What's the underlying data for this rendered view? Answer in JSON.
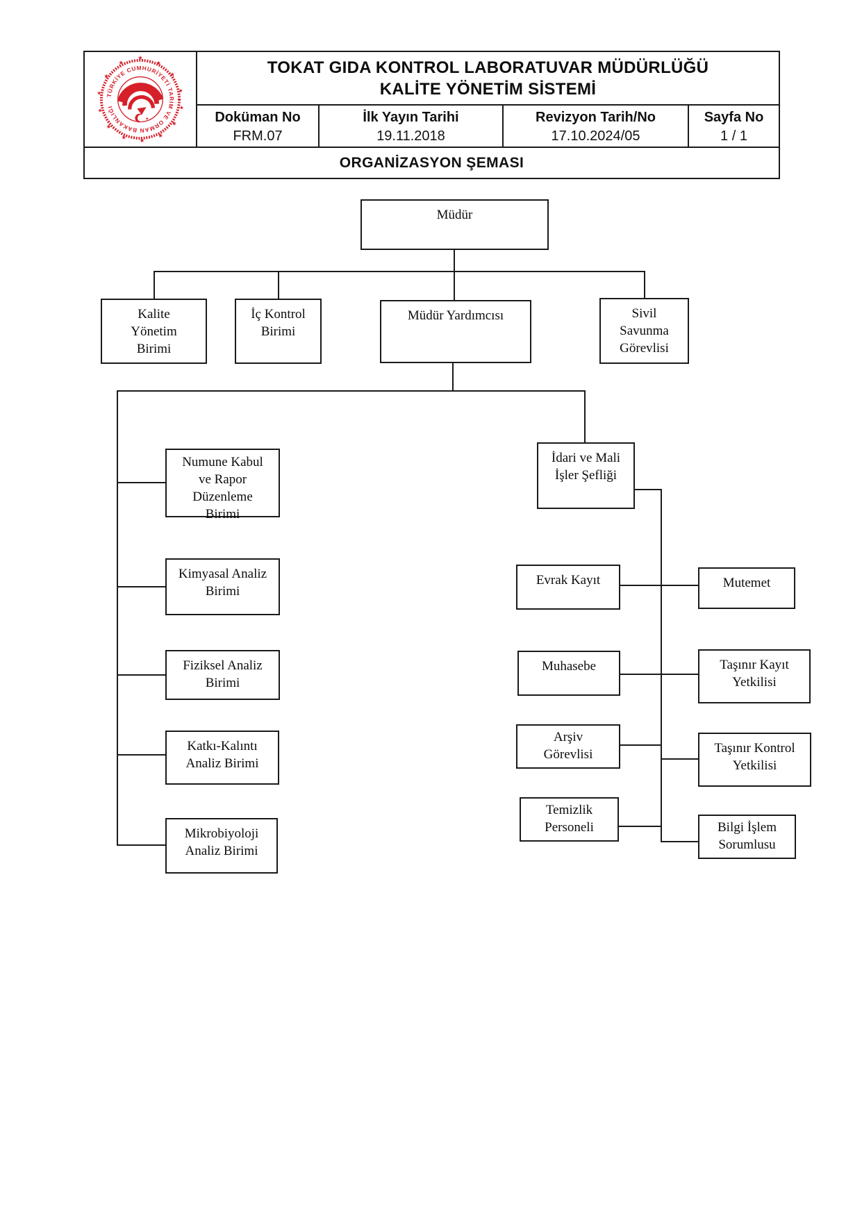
{
  "header": {
    "title_line1": "TOKAT GIDA KONTROL LABORATUVAR MÜDÜRLÜĞÜ",
    "title_line2": "KALİTE YÖNETİM SİSTEMİ",
    "fields": [
      {
        "label": "Doküman No",
        "value": "FRM.07"
      },
      {
        "label": "İlk Yayın Tarihi",
        "value": "19.11.2018"
      },
      {
        "label": "Revizyon Tarih/No",
        "value": "17.10.2024/05"
      },
      {
        "label": "Sayfa No",
        "value": "1 / 1"
      }
    ],
    "form_title": "ORGANİZASYON ŞEMASI",
    "logo": {
      "ring_text": "TÜRKİYE CUMHURİYETİ TARIM VE ORMAN BAKANLIĞI",
      "color": "#d5202a"
    }
  },
  "colors": {
    "accent_red": "#d5202a",
    "line": "#1a1a1a"
  },
  "nodes": {
    "mudur": {
      "label": "Müdür"
    },
    "kalite": {
      "label": "Kalite\nYönetim\nBirimi"
    },
    "ic_kontrol": {
      "label": "İç Kontrol\nBirimi"
    },
    "mudur_yrd": {
      "label": "Müdür Yardımcısı"
    },
    "sivil": {
      "label": "Sivil\nSavunma\nGörevlisi"
    },
    "numune": {
      "label": "Numune Kabul\nve Rapor\nDüzenleme\nBirimi"
    },
    "kimyasal": {
      "label": "Kimyasal Analiz\nBirimi"
    },
    "fiziksel": {
      "label": "Fiziksel Analiz\nBirimi"
    },
    "katki": {
      "label": "Katkı-Kalıntı\nAnaliz Birimi"
    },
    "mikro": {
      "label": "Mikrobiyoloji\nAnaliz Birimi"
    },
    "idari": {
      "label": "İdari ve Mali\nİşler Şefliği"
    },
    "evrak": {
      "label": "Evrak Kayıt"
    },
    "mutemet": {
      "label": "Mutemet"
    },
    "muhasebe": {
      "label": "Muhasebe"
    },
    "tasinir_kayit": {
      "label": "Taşınır Kayıt\nYetkilisi"
    },
    "arsiv": {
      "label": "Arşiv\nGörevlisi"
    },
    "tasinir_kontrol": {
      "label": "Taşınır Kontrol\nYetkilisi"
    },
    "temizlik": {
      "label": "Temizlik\nPersoneli"
    },
    "bilgi": {
      "label": "Bilgi İşlem\nSorumlusu"
    }
  },
  "chart_data": {
    "type": "org-chart",
    "title": "ORGANİZASYON ŞEMASI",
    "root": "Müdür",
    "tree": {
      "Müdür": [
        "Kalite Yönetim Birimi",
        "İç Kontrol Birimi",
        "Müdür Yardımcısı",
        "Sivil Savunma Görevlisi"
      ],
      "Müdür Yardımcısı": [
        "Numune Kabul ve Rapor Düzenleme Birimi",
        "Kimyasal Analiz Birimi",
        "Fiziksel Analiz Birimi",
        "Katkı-Kalıntı Analiz Birimi",
        "Mikrobiyoloji Analiz Birimi",
        "İdari ve Mali İşler Şefliği"
      ],
      "İdari ve Mali İşler Şefliği": [
        "Evrak Kayıt",
        "Muhasebe",
        "Arşiv Görevlisi",
        "Temizlik Personeli",
        "Mutemet",
        "Taşınır Kayıt Yetkilisi",
        "Taşınır Kontrol Yetkilisi",
        "Bilgi İşlem Sorumlusu"
      ]
    }
  }
}
